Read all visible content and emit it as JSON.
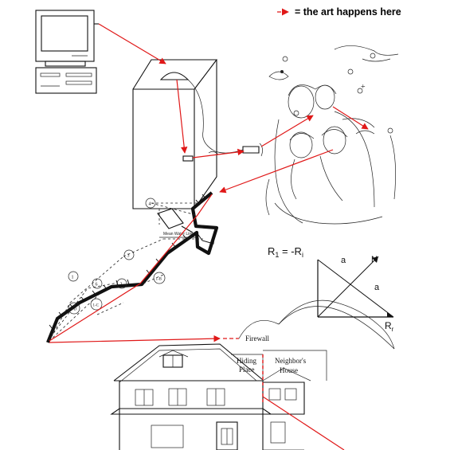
{
  "legend": {
    "text": "= the art happens here",
    "color": "#e01818"
  },
  "firewall": {
    "label": "Firewall"
  },
  "house": {
    "hiding_place": [
      "Hiding",
      "Place"
    ],
    "neighbors_house": [
      "Neighbor's",
      "House"
    ]
  },
  "physics": {
    "equation_left": "R",
    "equation_left_sub": "1",
    "equation_mid": " = -R",
    "equation_right_sub": "i",
    "label_a1": "a",
    "label_a2": "a",
    "label_N": "N",
    "label_Rr": "R",
    "label_Rr_sub": "r"
  },
  "roof_section": {
    "markers": [
      "4",
      "3",
      "1",
      "6",
      "2",
      "1-B",
      "1-C",
      "1-D"
    ],
    "line_label": "Mean Water Line"
  },
  "colors": {
    "accent": "#e01818",
    "ink": "#111111"
  }
}
